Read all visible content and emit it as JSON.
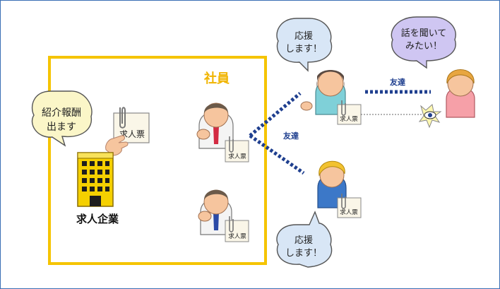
{
  "labels": {
    "employees": "社員",
    "company": "求人企業",
    "friend_left": "友達",
    "friend_right": "友達",
    "referral_fee_line1": "紹介報酬",
    "referral_fee_line2": "出ます",
    "job_ticket_big": "求人票",
    "job_ticket_small": "求人票",
    "support_line1": "応援",
    "support_line2": "します！",
    "want_to_hear_line1": "話を聞いて",
    "want_to_hear_line2": "みたい！"
  },
  "colors": {
    "frame_border": "#3a6fb5",
    "employee_box_border": "#f5c400",
    "employees_title": "#f0b400",
    "dotted_line": "#1f3f8f",
    "bubble_cream": "#fbf6c8",
    "bubble_blue": "#d8e6f6",
    "bubble_purple": "#cfc6f2",
    "building": "#f5d000"
  },
  "icons": [
    "building-icon",
    "employee-person-icon",
    "friend-person-icon",
    "target-person-icon",
    "job-ticket-icon",
    "eye-icon",
    "hand-pointer-icon"
  ]
}
